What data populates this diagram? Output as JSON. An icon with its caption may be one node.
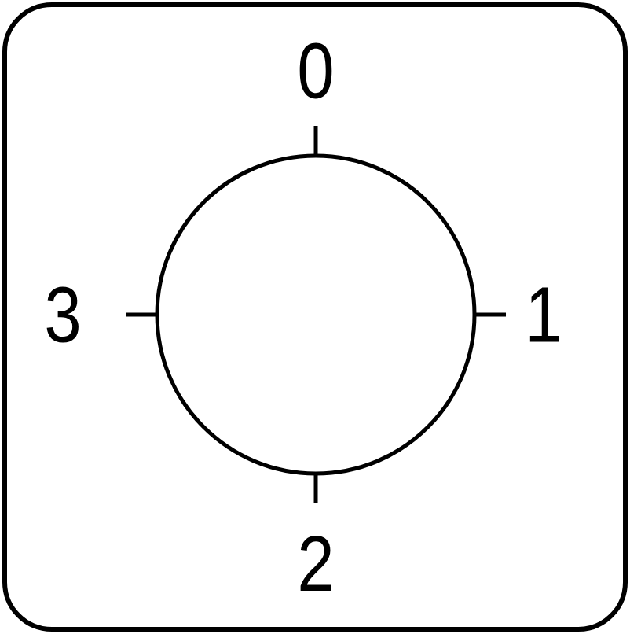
{
  "diagram": {
    "labels": [
      "0",
      "3",
      "1",
      "2"
    ]
  }
}
